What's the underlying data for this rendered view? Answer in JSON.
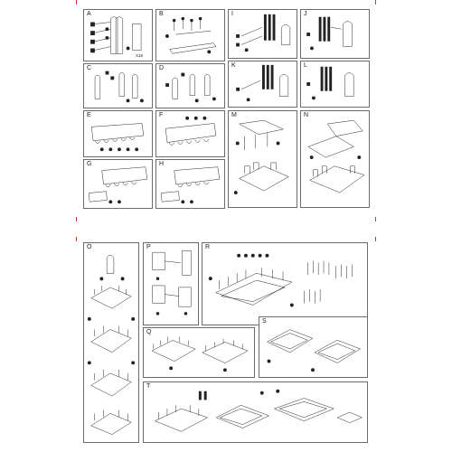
{
  "sheet_top": {
    "panels": [
      {
        "id": "A",
        "label": "A",
        "note": "X18"
      },
      {
        "id": "B",
        "label": "B"
      },
      {
        "id": "C",
        "label": "C"
      },
      {
        "id": "D",
        "label": "D"
      },
      {
        "id": "E",
        "label": "E"
      },
      {
        "id": "F",
        "label": "F"
      },
      {
        "id": "G",
        "label": "G"
      },
      {
        "id": "H",
        "label": "H"
      },
      {
        "id": "I",
        "label": "I"
      },
      {
        "id": "J",
        "label": "J"
      },
      {
        "id": "K",
        "label": "K"
      },
      {
        "id": "L",
        "label": "L"
      },
      {
        "id": "M",
        "label": "M"
      },
      {
        "id": "N",
        "label": "N"
      }
    ]
  },
  "sheet_bottom": {
    "panels": [
      {
        "id": "O",
        "label": "O"
      },
      {
        "id": "P",
        "label": "P"
      },
      {
        "id": "Q",
        "label": "Q"
      },
      {
        "id": "R",
        "label": "R"
      },
      {
        "id": "S",
        "label": "S"
      },
      {
        "id": "T",
        "label": "T"
      }
    ]
  },
  "colors": {
    "border": "#6b6b6b",
    "trim_mark": "#c0392b",
    "ink": "#222222"
  }
}
